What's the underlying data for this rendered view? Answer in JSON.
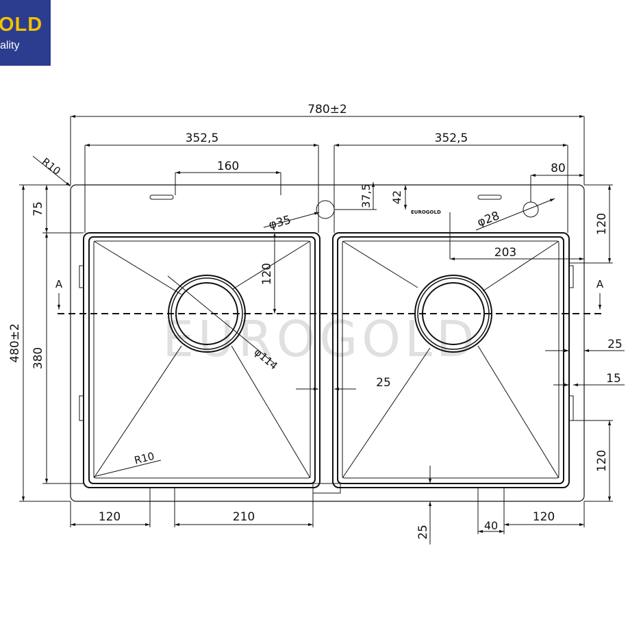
{
  "logo": {
    "line1": "OLD",
    "line2": "ality"
  },
  "watermark": "EUROGOLD",
  "engraving": "EUROGOLD",
  "colors": {
    "ink": "#111111",
    "logo_bg": "#2c3d8f",
    "logo_text": "#f2c200",
    "watermark": "#d8d8d8"
  },
  "dimensions": {
    "overall_width": "780±2",
    "overall_depth": "480±2",
    "bowl_left_width": "352,5",
    "bowl_right_width": "352,5",
    "cutout_160": "160",
    "offset_80": "80",
    "corner_r_outer": "R10",
    "corner_r_inner": "R10",
    "top_75": "75",
    "bowl_depth": "380",
    "hole_35": "φ35",
    "hole_28": "φ28",
    "dim_37_5": "37,5",
    "dim_42": "42",
    "dim_120_drain": "120",
    "drain": "φ114",
    "dim_203": "203",
    "right_120_top": "120",
    "right_120_bottom": "120",
    "divider_25": "25",
    "rim_25": "25",
    "rim_15": "15",
    "bottom_25": "25",
    "bottom_120_left": "120",
    "bottom_210": "210",
    "bottom_40": "40",
    "bottom_120_right": "120"
  },
  "section": {
    "left": "A",
    "right": "A"
  }
}
